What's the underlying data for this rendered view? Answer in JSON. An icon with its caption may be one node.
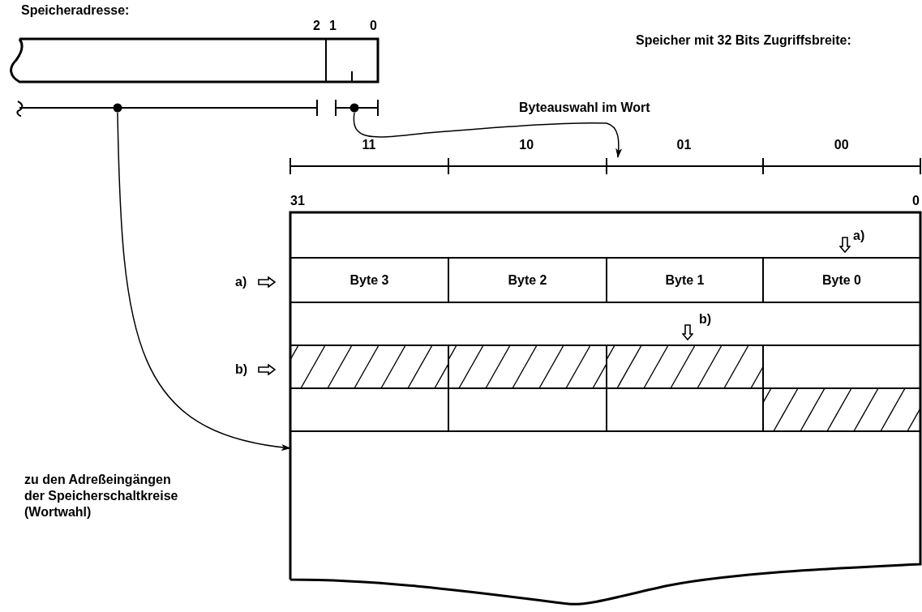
{
  "diagram": {
    "nodes": [
      {
        "text": [
          "Speicheradresse:"
        ]
      },
      {
        "text": [],
        "shape": "bar"
      },
      {
        "text": [],
        "shape": "bar"
      },
      {
        "text": [],
        "shape": "box"
      },
      {
        "text": [
          "Byte 3"
        ],
        "in": 3
      },
      {
        "text": [
          "Byte 2"
        ],
        "in": 3
      },
      {
        "text": [
          "Byte 1"
        ],
        "in": 3
      },
      {
        "text": [
          "Byte 0"
        ],
        "in": 3
      },
      {
        "text": [],
        "shape": "bar",
        "beside": [
          "11",
          "10",
          "01",
          "00"
        ]
      }
    ],
    "edges": [
      {
        "from": 1,
        "to": 3,
        "arrow": "to"
      },
      {
        "from": 2,
        "to": 8,
        "arrow": "to",
        "label": "Byteauswahl im Wort"
      }
    ],
    "labels": [
      "2",
      "1",
      "0",
      "Speicher mit 32 Bits Zugriffsbreite:",
      "31",
      "0",
      "a)",
      "a)",
      "b)",
      "b)",
      "zu den Adreßeingängen der Speicherschaltkreise (Wortwahl)"
    ]
  }
}
